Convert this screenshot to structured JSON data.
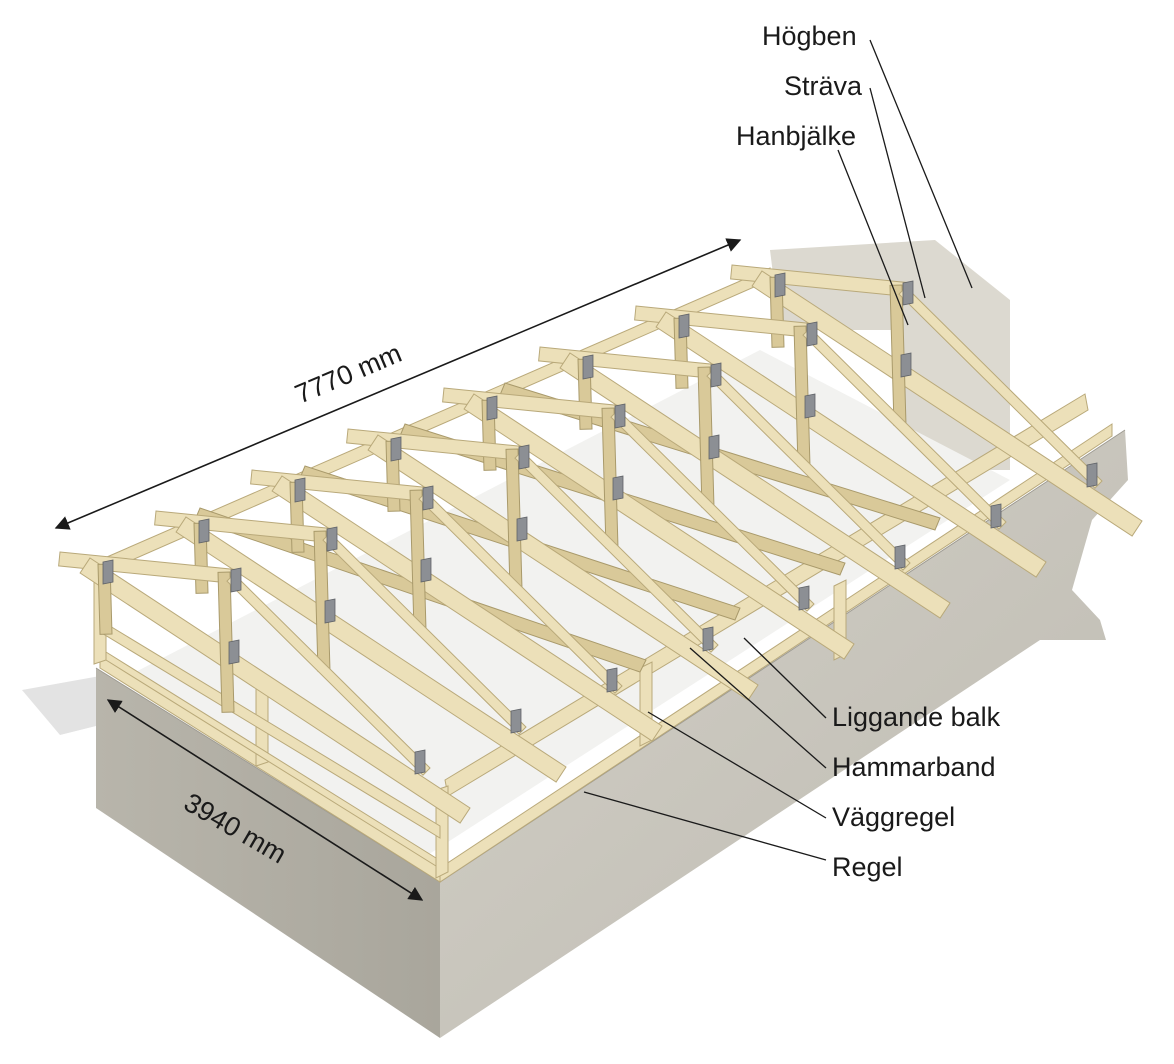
{
  "labels": {
    "hogben": "Högben",
    "strava": "Sträva",
    "hanbjalke": "Hanbjälke",
    "liggande_balk": "Liggande balk",
    "hammarband": "Hammarband",
    "vaggregel": "Väggregel",
    "regel": "Regel"
  },
  "dimensions": {
    "length": "7770 mm",
    "width": "3940 mm"
  },
  "colors": {
    "timber": "#ece0b9",
    "timber_shadow": "#d9c999",
    "wall": "#c9c6bd",
    "wall_dark": "#b4b1a7",
    "plate": "#8c8f94",
    "text": "#1a1a1a"
  }
}
